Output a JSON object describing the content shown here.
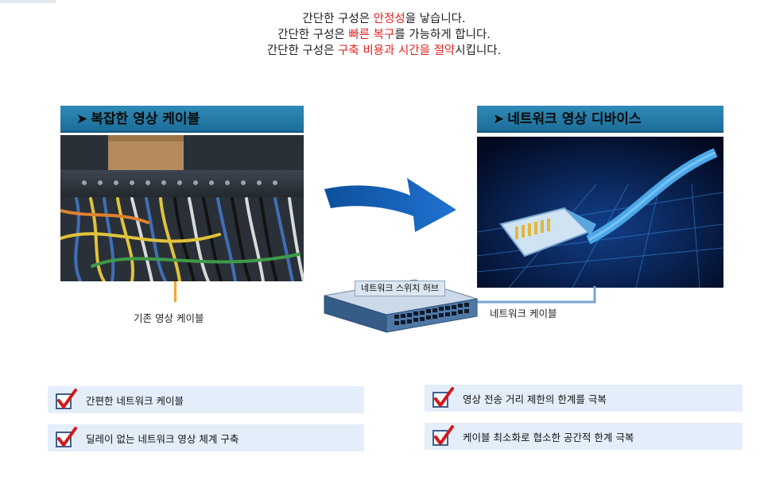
{
  "headline": {
    "line1": {
      "pre": "간단한 구성은 ",
      "hl": "안정성",
      "post": "을 낳습니다."
    },
    "line2": {
      "pre": "간단한 구성은 ",
      "hl": "빠른 복구",
      "post": "를 가능하게 합니다."
    },
    "line3": {
      "pre": "간단한 구성은 ",
      "hl": "구축 비용과 시간을 절약",
      "post": "시킵니다."
    }
  },
  "colors": {
    "highlight": "#e32020",
    "title_bar": "#1c6d99",
    "bullet_bg": "#e4eefa",
    "cable": "#7aa4cf",
    "flow_arrow": "#1a5fb0",
    "check": "#d11a1a"
  },
  "left_panel": {
    "title": "복잡한 영상 케이블",
    "caption": "기존 영상 케이블"
  },
  "right_panel": {
    "title": "네트워크 영상 디바이스",
    "caption": "네트워크 케이블"
  },
  "switch": {
    "label": "네트워크 스위치 허브"
  },
  "icons": {
    "title_arrow": "➤",
    "flow": "flow-arrow-icon",
    "check": "checkbox-check-icon"
  },
  "bullets": [
    {
      "text": "간편한 네트워크 케이블"
    },
    {
      "text": "딜레이 없는 네트워크 영상 체계 구축"
    },
    {
      "text": "영상 전송 거리 제한의 한계를 극복"
    },
    {
      "text": "케이블 최소화로 협소한 공간적 한계 극복"
    }
  ]
}
